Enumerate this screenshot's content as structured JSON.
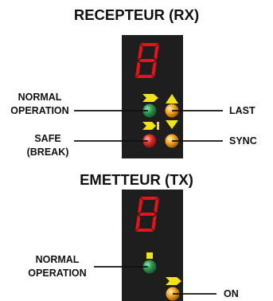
{
  "receiver": {
    "title": "RECEPTEUR (RX)",
    "display_digit": "8",
    "labels": {
      "normal_operation": "NORMAL\nOPERATION",
      "safe_break": "SAFE\n(BREAK)",
      "last": "LAST",
      "sync": "SYNC"
    },
    "leds": [
      {
        "name": "normal-operation",
        "color": "#2e9a52",
        "indicator": "arrow-right-icon",
        "indicator_color": "#f2e21c"
      },
      {
        "name": "safe-break",
        "color": "#e0302c",
        "indicator": "arrow-right-bar-icon",
        "indicator_color": "#f2e21c"
      },
      {
        "name": "last",
        "color": "#f5a623",
        "indicator": "triangle-up-icon",
        "indicator_color": "#f2e21c"
      },
      {
        "name": "sync",
        "color": "#f5a623",
        "indicator": "triangle-down-icon",
        "indicator_color": "#f2e21c"
      }
    ]
  },
  "emitter": {
    "title": "EMETTEUR (TX)",
    "display_digit": "8",
    "labels": {
      "normal_operation": "NORMAL\nOPERATION",
      "on": "ON"
    },
    "leds": [
      {
        "name": "normal-operation",
        "color": "#2e9a52",
        "indicator": "square-icon",
        "indicator_color": "#f2e21c"
      },
      {
        "name": "on",
        "color": "#f5a623",
        "indicator": "arrow-right-icon",
        "indicator_color": "#f2e21c"
      }
    ]
  },
  "colors": {
    "panel": "#1e1e1e",
    "digit_off": "#3a0c0c",
    "digit_on": "#e8121a",
    "line": "#111111"
  }
}
